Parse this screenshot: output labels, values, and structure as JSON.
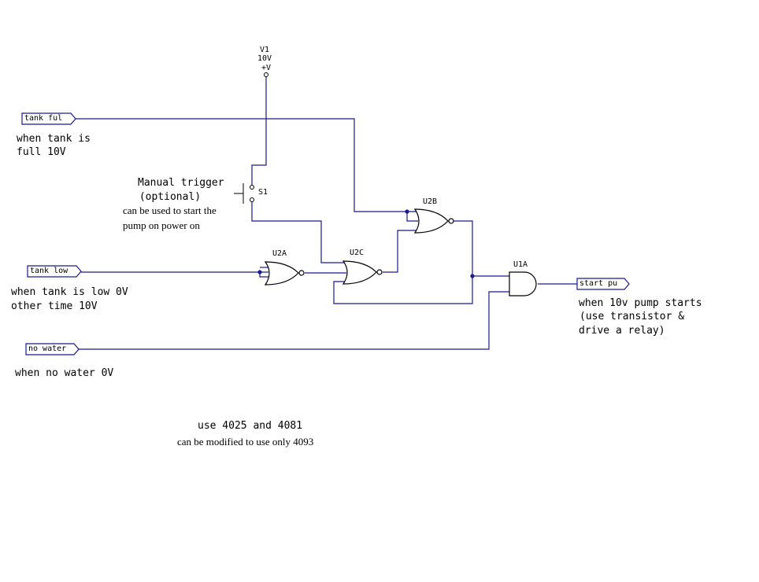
{
  "colors": {
    "wire": "#1a1a8c",
    "text": "#000000",
    "background": "#ffffff"
  },
  "supply": {
    "name": "V1",
    "voltage": "10V",
    "label": "+V"
  },
  "ports": {
    "tank_full": "tank ful",
    "tank_low": "tank low",
    "no_water": "no water",
    "start_pump": "start pu"
  },
  "gates": {
    "u2a": "U2A",
    "u2b": "U2B",
    "u2c": "U2C",
    "u1a": "U1A"
  },
  "switch": {
    "ref": "S1"
  },
  "notes": {
    "tank_full": [
      "when tank is",
      "full 10V"
    ],
    "manual_trigger": [
      "Manual trigger",
      " (optional)"
    ],
    "manual_trigger_desc": [
      "can be used to start the",
      "pump on power on"
    ],
    "tank_low": [
      "when tank is low 0V",
      "other time 10V"
    ],
    "no_water": "when no water 0V",
    "pump": [
      "when 10v pump starts",
      "(use transistor &",
      "drive a relay)"
    ],
    "ics": "use 4025 and 4081",
    "modify": "can be modified to use only 4093"
  }
}
